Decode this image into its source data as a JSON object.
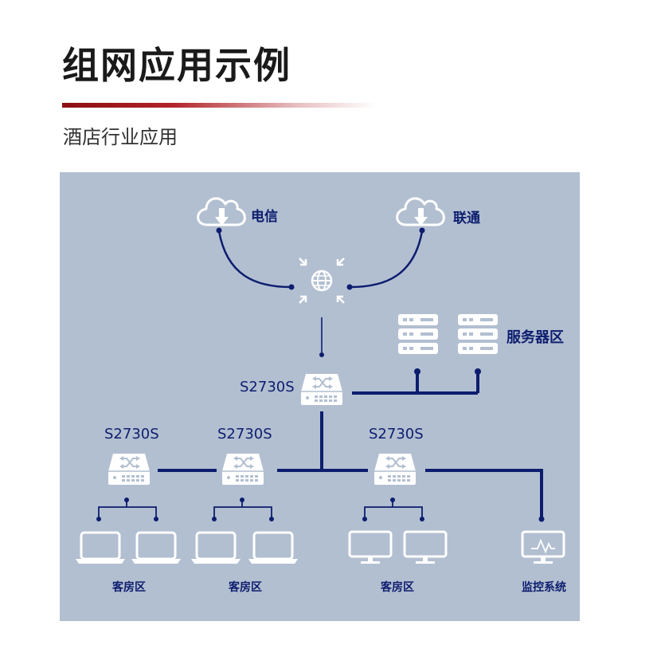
{
  "header": {
    "title": "组网应用示例",
    "subtitle": "酒店行业应用"
  },
  "diagram": {
    "isp_left": "电信",
    "isp_right": "联通",
    "core_switch": "S2730S",
    "server_area": "服务器区",
    "access_switch_1": "S2730S",
    "access_switch_2": "S2730S",
    "access_switch_3": "S2730S",
    "guest_area_1": "客房区",
    "guest_area_2": "客房区",
    "guest_area_3": "客房区",
    "monitoring": "监控系统"
  },
  "colors": {
    "accent": "#8b0e12",
    "panel": "#b2bfd1",
    "line": "#0d1d6e",
    "device": "#ffffff"
  }
}
